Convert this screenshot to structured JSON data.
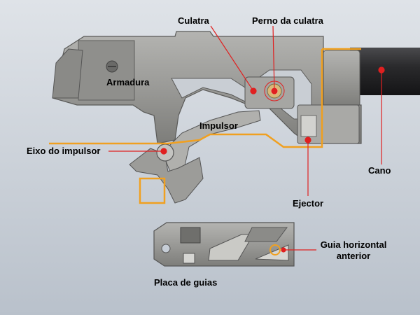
{
  "labels": {
    "culatra": "Culatra",
    "perno": "Perno da culatra",
    "armadura": "Armadura",
    "impulsor": "Impulsor",
    "eixo": "Eixo do impulsor",
    "cano": "Cano",
    "ejector": "Ejector",
    "guia_line1": "Guia horizontal",
    "guia_line2": "anterior",
    "placa": "Placa de guias"
  },
  "colors": {
    "background": "#c6cdd6",
    "metal": "#9a9a98",
    "metal_dark": "#6e6e6c",
    "barrel": "#2c2c2e",
    "orange": "#f0a020",
    "red": "#e02020"
  }
}
